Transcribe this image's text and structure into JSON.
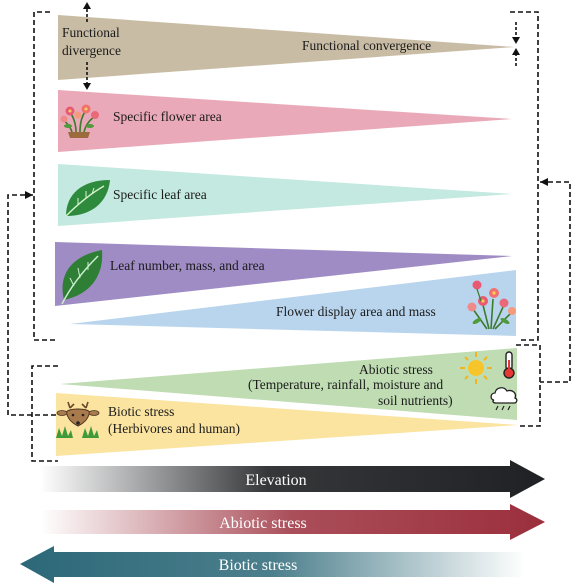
{
  "wedges": {
    "functional": {
      "left_label_line1": "Functional",
      "left_label_line2": "divergence",
      "right_label": "Functional convergence",
      "color": "#c9bca5"
    },
    "flower_area": {
      "label": "Specific flower area",
      "color": "#e9a9b8"
    },
    "leaf_area": {
      "label": "Specific leaf area",
      "color": "#c4e9e0"
    },
    "leaf_number": {
      "label": "Leaf number, mass, and area",
      "color": "#9f8cc5"
    },
    "flower_display": {
      "label": "Flower display area and mass",
      "color": "#b9d5ed"
    },
    "abiotic": {
      "line1": "Abiotic stress",
      "line2": "(Temperature, rainfall, moisture and",
      "line3": "soil nutrients)",
      "color": "#bfdcb3"
    },
    "biotic": {
      "line1": "Biotic stress",
      "line2": "(Herbivores and human)",
      "color": "#fbe3a0"
    }
  },
  "gradient_arrows": {
    "elevation": {
      "label": "Elevation",
      "color": "#1f2124"
    },
    "abiotic": {
      "label": "Abiotic stress",
      "color": "#9b2f3c"
    },
    "biotic": {
      "label": "Biotic stress",
      "color": "#2c6878"
    }
  },
  "icons": [
    "flower-cluster-icon",
    "leaf-icon",
    "leaf-dark-icon",
    "flower-bouquet-icon",
    "sun-icon",
    "thermometer-icon",
    "rain-cloud-icon",
    "deer-icon"
  ]
}
